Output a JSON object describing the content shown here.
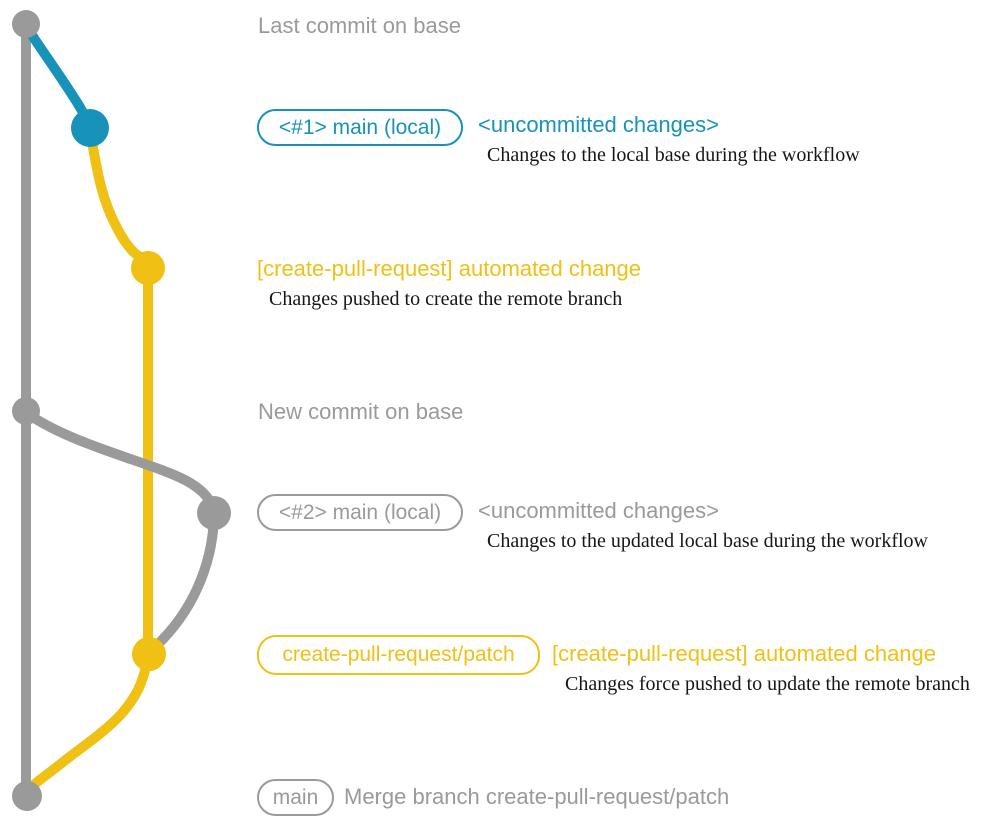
{
  "colors": {
    "gray": "#9a9a9a",
    "blue": "#1793ba",
    "yellow": "#f0c014",
    "ink": "#161616",
    "background": "#ffffff"
  },
  "graph": {
    "branches": [
      {
        "name": "base",
        "color_ref": "gray"
      },
      {
        "name": "main (local)",
        "color_ref": "blue"
      },
      {
        "name": "create-pull-request/patch",
        "color_ref": "yellow"
      }
    ],
    "commit_count": 7
  },
  "captions": {
    "top": "Last commit on base",
    "middle": "New commit on base"
  },
  "rows": {
    "r1": {
      "badge": "<#1> main (local)",
      "note": "<uncommitted changes>",
      "detail": "Changes to the local base during the workflow"
    },
    "r2": {
      "note": "[create-pull-request] automated change",
      "detail": "Changes pushed to create the remote branch"
    },
    "r3": {
      "badge": "<#2> main (local)",
      "note": "<uncommitted changes>",
      "detail": "Changes to the updated local base during the workflow"
    },
    "r4": {
      "badge": "create-pull-request/patch",
      "note": "[create-pull-request] automated change",
      "detail": "Changes force pushed to update the remote branch"
    },
    "r5": {
      "badge": "main",
      "note": "Merge branch create-pull-request/patch"
    }
  }
}
